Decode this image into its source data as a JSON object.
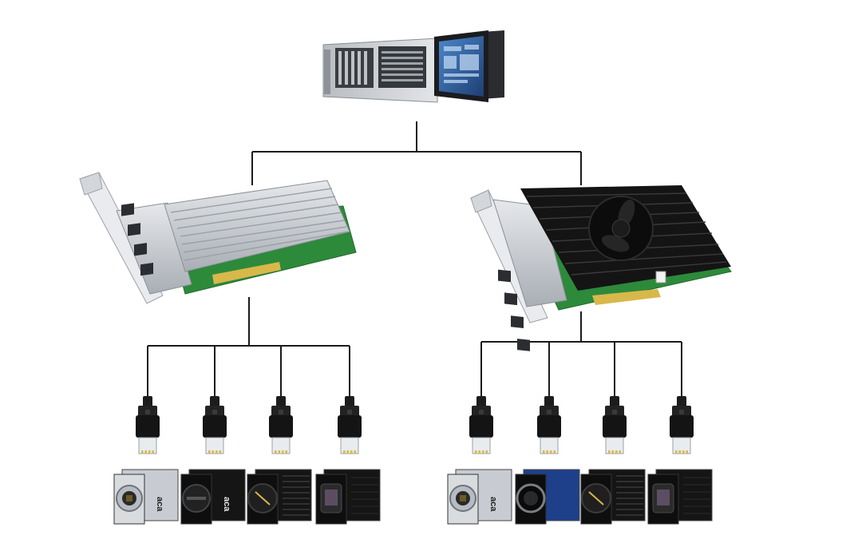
{
  "diagram": {
    "host": {
      "kind": "industrial-pc-with-touch-monitor"
    },
    "cards": [
      {
        "kind": "poe-network-card-silver-heatsink",
        "ports": 4
      },
      {
        "kind": "poe-network-card-black-heatsink-fan",
        "ports": 4
      }
    ],
    "connectors": {
      "kind": "rj45-gige-locking-plug"
    },
    "camera_groups": [
      {
        "cameras": [
          {
            "kind": "silver-compact-camera",
            "logo": "aca"
          },
          {
            "kind": "black-cube-camera",
            "logo": "aca"
          },
          {
            "kind": "black-finned-camera",
            "logo": ""
          },
          {
            "kind": "black-sensor-camera",
            "logo": ""
          }
        ]
      },
      {
        "cameras": [
          {
            "kind": "silver-compact-camera",
            "logo": "aca"
          },
          {
            "kind": "blue-mount-camera",
            "logo": ""
          },
          {
            "kind": "black-finned-camera",
            "logo": ""
          },
          {
            "kind": "black-sensor-camera",
            "logo": ""
          }
        ]
      }
    ],
    "colors": {
      "line": "#1a1a1a",
      "pcb": "#2d8a3a",
      "silver": "#c8ccd2",
      "heatsink_black": "#141414",
      "camera_blue": "#1e3f8a",
      "gold": "#d8b84a"
    }
  }
}
